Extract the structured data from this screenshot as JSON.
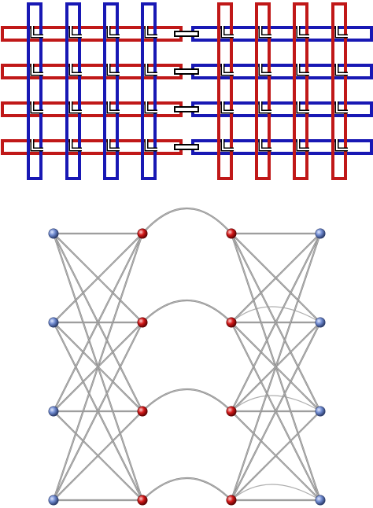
{
  "grid": {
    "columns": 8,
    "rows": 4,
    "left_block_vertical_color": "#1818b4",
    "left_block_horizontal_color": "#c01818",
    "right_block_vertical_color": "#c01818",
    "right_block_horizontal_color": "#1818b4",
    "coupler_color": "#000000"
  },
  "graph": {
    "columns": 4,
    "rows": 4,
    "node_colors": [
      "blue",
      "red",
      "red",
      "blue"
    ],
    "blue_node_color": "#5a78c8",
    "red_node_color": "#c81414",
    "edge_color": "#b4b4b4"
  }
}
